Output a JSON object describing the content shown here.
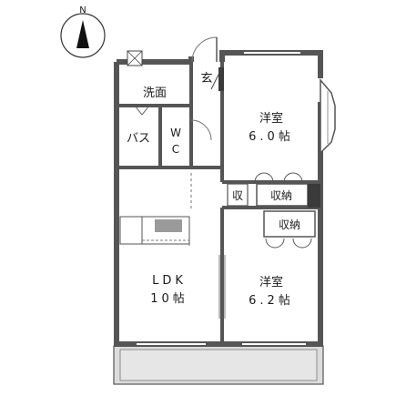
{
  "compass": {
    "north_label": "N",
    "icon": "north-arrow-icon"
  },
  "rooms": {
    "washroom": "洗面",
    "entrance": "玄",
    "bath": "バス",
    "wc_line1": "W",
    "wc_line2": "C",
    "western_room_1_name": "洋室",
    "western_room_1_size": "6.0帖",
    "storage_small": "収",
    "closet_1": "収納",
    "closet_2": "収納",
    "western_room_2_name": "洋室",
    "western_room_2_size": "6.2帖",
    "ldk_name": "LDK",
    "ldk_size": "10帖"
  },
  "colors": {
    "wall": "#555555",
    "wall_dark": "#3a3a3a",
    "fixture_grey": "#9a9a9a",
    "balcony_fill": "#dcdcdc",
    "line": "#333333"
  }
}
